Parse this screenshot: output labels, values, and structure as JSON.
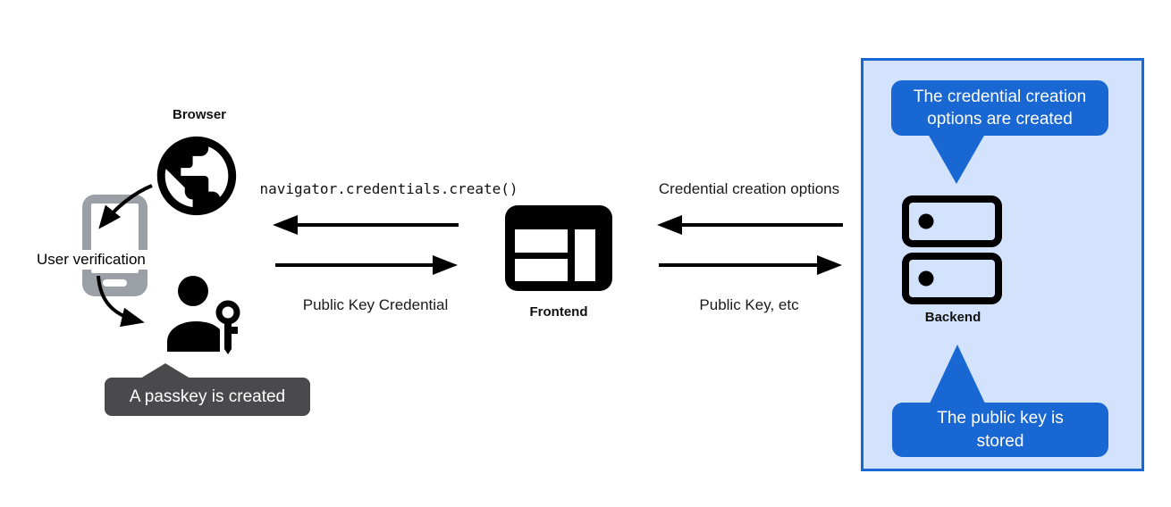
{
  "left": {
    "browser_label": "Browser",
    "user_verification_label": "User verification",
    "passkey_tooltip": "A passkey is created"
  },
  "center": {
    "api_call": "navigator.credentials.create()",
    "response_label": "Public Key Credential",
    "frontend_label": "Frontend"
  },
  "right": {
    "request_label": "Credential creation options",
    "response_label": "Public Key, etc",
    "backend_label": "Backend",
    "tooltip_top": {
      "line1": "The credential creation",
      "line2": "options are created"
    },
    "tooltip_bottom": {
      "line1": "The public key is",
      "line2": "stored"
    }
  },
  "icons": {
    "globe": "globe-icon (black circle with continents)",
    "phone": "smartphone-icon (gray outline)",
    "person_key": "user-with-key-icon",
    "frontend": "browser-window-icon",
    "backend": "server-stack-icon",
    "arrows": "black solid arrows"
  },
  "colors": {
    "tooltip_blue": "#1967d2",
    "panel_background": "#d3e3fd",
    "panel_border": "#1967d2",
    "dark_tooltip": "#4a4a4c",
    "phone_gray": "#9aa0a6",
    "arrow_black": "#000000"
  }
}
